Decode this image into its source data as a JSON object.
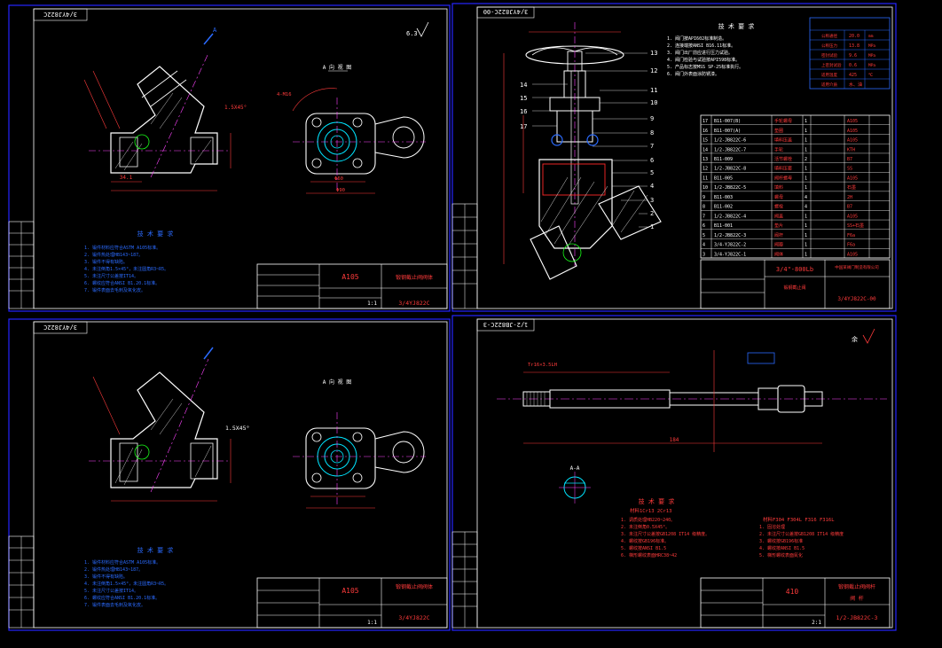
{
  "colors": {
    "bg": "#000000",
    "frame": "#2626ff",
    "border": "#ffffff",
    "part": "#ff2a2a",
    "dim": "#ff3b3b",
    "center": "#ff44ff",
    "cyan": "#00e5ff",
    "notes": "#2b6bff",
    "hatch": "#ffffff",
    "green": "#19ff19",
    "yellow": "#ffe600"
  },
  "sheets": {
    "s1": {
      "stamp": "3/4YJ822C",
      "title_code": "A105",
      "title_name": "锻钢截止阀阀体",
      "drawing_no": "3/4YJ822C",
      "ratio": "1:1",
      "note_heading": "技 术 要 求",
      "notes": [
        "1. 锻件材料应符合ASTM A105标准。",
        "2. 锻件热处理HB143~187。",
        "3. 锻件不得有缺陷。",
        "4. 未注倒角1.5×45°，未注圆角R3~R5。",
        "5. 未注尺寸公差按IT14。",
        "6. 螺纹应符合ANSI B1.20.1标准。",
        "7. 锻件表面去毛刺及氧化皮。"
      ],
      "view_label": "A 向 视 图",
      "dim_labels": [
        "34.1",
        "Φ90",
        "Φ60",
        "4-M16"
      ],
      "chamfer": "1.5X45°",
      "roughness": "6.3"
    },
    "s2": {
      "stamp": "3/4YJ822C-00",
      "title_code": "3/4\"-800Lb",
      "company": "中国某阀门制造有限公司",
      "title_name": "锻钢截止阀",
      "drawing_no": "3/4YJ822C-00",
      "note_heading": "技 术 要 求",
      "notes": [
        "1. 阀门按API602标准制造。",
        "2. 连接端按ANSI B16.11标准。",
        "3. 阀门出厂前应进行压力试验。",
        "4. 阀门检验与试验按API598标准。",
        "5. 产品标志按MSS SP-25标准执行。",
        "6. 阀门外表面涂防锈漆。"
      ],
      "spec_rows": [
        {
          "label": "公称通径",
          "value": "20.0",
          "unit": "mm"
        },
        {
          "label": "公称压力",
          "value": "13.8",
          "unit": "MPa"
        },
        {
          "label": "密封试验",
          "value": "9.6",
          "unit": "MPa"
        },
        {
          "label": "上密封试验",
          "value": "0.6",
          "unit": "MPa"
        },
        {
          "label": "适用温度",
          "value": "425",
          "unit": "℃"
        },
        {
          "label": "适用介质",
          "value": "水、油",
          "unit": ""
        }
      ],
      "bom": [
        {
          "no": "17",
          "code": "B11-007(B)",
          "name": "手轮螺母",
          "qty": "1",
          "mat": "A105"
        },
        {
          "no": "16",
          "code": "B11-007(A)",
          "name": "垫圈",
          "qty": "1",
          "mat": "A105"
        },
        {
          "no": "15",
          "code": "1/2-JB822C-6",
          "name": "填料压盖",
          "qty": "1",
          "mat": "A105"
        },
        {
          "no": "14",
          "code": "1/2-JB822C-7",
          "name": "手轮",
          "qty": "1",
          "mat": "KTH"
        },
        {
          "no": "13",
          "code": "B11-009",
          "name": "活节螺栓",
          "qty": "2",
          "mat": "B7"
        },
        {
          "no": "12",
          "code": "1/2-JB822C-8",
          "name": "填料压套",
          "qty": "1",
          "mat": "SS"
        },
        {
          "no": "11",
          "code": "B11-005",
          "name": "阀杆螺母",
          "qty": "1",
          "mat": "A105"
        },
        {
          "no": "10",
          "code": "1/2-JB822C-5",
          "name": "填料",
          "qty": "1",
          "mat": "石墨"
        },
        {
          "no": "9",
          "code": "B11-003",
          "name": "螺母",
          "qty": "4",
          "mat": "2H"
        },
        {
          "no": "8",
          "code": "B11-002",
          "name": "螺栓",
          "qty": "4",
          "mat": "B7"
        },
        {
          "no": "7",
          "code": "1/2-JB822C-4",
          "name": "阀盖",
          "qty": "1",
          "mat": "A105"
        },
        {
          "no": "6",
          "code": "B11-001",
          "name": "垫片",
          "qty": "1",
          "mat": "SS+石墨"
        },
        {
          "no": "5",
          "code": "1/2-JB822C-3",
          "name": "阀杆",
          "qty": "1",
          "mat": "F6a"
        },
        {
          "no": "4",
          "code": "3/4-YJ822C-2",
          "name": "阀瓣",
          "qty": "1",
          "mat": "F6a"
        },
        {
          "no": "3",
          "code": "3/4-YJ822C-1",
          "name": "阀体",
          "qty": "1",
          "mat": "A105"
        }
      ],
      "balloons": [
        "14",
        "15",
        "16",
        "17",
        "13",
        "12",
        "11",
        "10",
        "9",
        "8",
        "7",
        "6",
        "5",
        "4",
        "3",
        "2",
        "1"
      ]
    },
    "s3": {
      "stamp": "3/4YJ822C",
      "title_code": "A105",
      "title_name": "锻钢截止阀阀体",
      "drawing_no": "3/4YJ822C",
      "ratio": "1:1",
      "note_heading": "技 术 要 求",
      "chamfer": "1.5X45°",
      "view_label": "A 向 视 图"
    },
    "s4": {
      "stamp": "1/2-JB822C-3",
      "title_code": "410",
      "title_name": "锻钢截止阀阀杆",
      "part_name": "阀 杆",
      "drawing_no": "1/2-JB822C-3",
      "ratio": "2:1",
      "section_label": "A-A",
      "note_heading": "技 术 要 求",
      "material_left": "材料1Cr13 2Cr13",
      "notes_left": [
        "1. 调质处理HB220~240。",
        "2. 未注倒角0.5X45°。",
        "3. 未注尺寸公差按GB1208  IT14  级精度。",
        "4. 螺纹按GB196标准。",
        "5. 螺纹按ANSI B1.5",
        "6. 梯形螺纹表面HRC38~42"
      ],
      "material_right": "材料F304  F304L  F316  F316L",
      "notes_right": [
        "1. 固溶处理",
        "2. 未注尺寸公差按GB1208  IT14  级精度",
        "3. 螺纹按GB196标准",
        "4. 螺纹按ANSI B1.5",
        "5. 梯形螺纹表面氮化"
      ],
      "thread_label": "Tr16×3.5LH",
      "length_label": "184"
    }
  }
}
